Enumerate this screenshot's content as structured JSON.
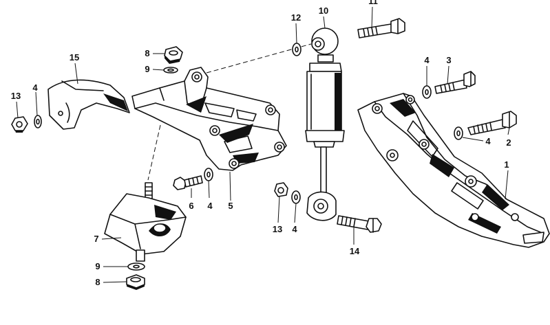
{
  "diagram": {
    "callouts": [
      {
        "id": "c1",
        "label": "1"
      },
      {
        "id": "c2",
        "label": "2"
      },
      {
        "id": "c3",
        "label": "3"
      },
      {
        "id": "c4a",
        "label": "4"
      },
      {
        "id": "c4b",
        "label": "4"
      },
      {
        "id": "c4c",
        "label": "4"
      },
      {
        "id": "c4d",
        "label": "4"
      },
      {
        "id": "c4e",
        "label": "4"
      },
      {
        "id": "c5",
        "label": "5"
      },
      {
        "id": "c6",
        "label": "6"
      },
      {
        "id": "c7",
        "label": "7"
      },
      {
        "id": "c8a",
        "label": "8"
      },
      {
        "id": "c8b",
        "label": "8"
      },
      {
        "id": "c9a",
        "label": "9"
      },
      {
        "id": "c9b",
        "label": "9"
      },
      {
        "id": "c10",
        "label": "10"
      },
      {
        "id": "c11",
        "label": "11"
      },
      {
        "id": "c12",
        "label": "12"
      },
      {
        "id": "c13a",
        "label": "13"
      },
      {
        "id": "c13b",
        "label": "13"
      },
      {
        "id": "c14",
        "label": "14"
      },
      {
        "id": "c15",
        "label": "15"
      }
    ]
  }
}
